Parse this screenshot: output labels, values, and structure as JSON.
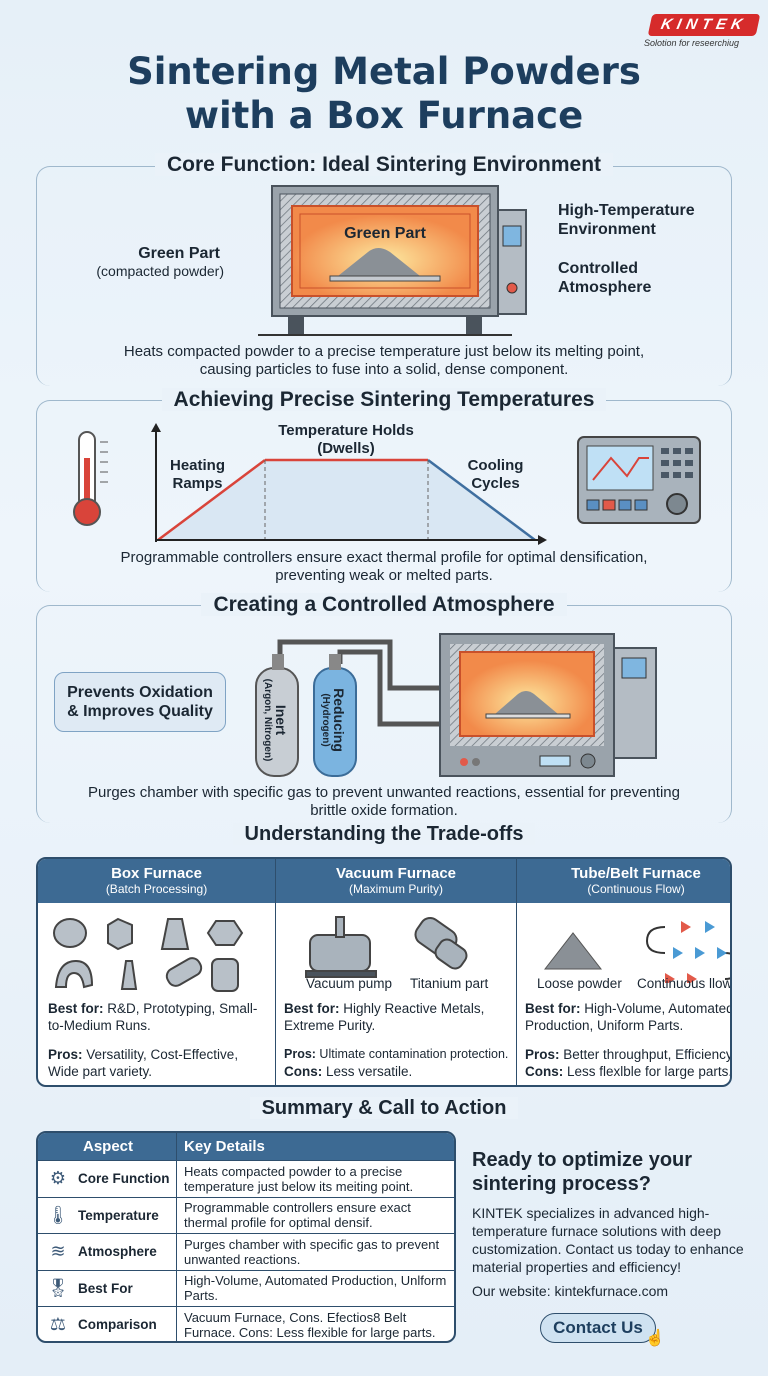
{
  "logo": {
    "brand": "KINTEK",
    "tagline": "Solotion for reseerchiug",
    "color": "#d62b2b"
  },
  "title": {
    "line1": "Sintering Metal Powders",
    "line2": "with a Box Furnace"
  },
  "core": {
    "heading": "Core Function: Ideal Sintering Environment",
    "inner_label": "Green Part",
    "left_label": "Green Part",
    "left_sub": "(compacted powder)",
    "right_top": "High-Temperature Environment",
    "right_bottom": "Controlled Atmosphere",
    "caption1": "Heats compacted powder to a precise temperature just below its melting point,",
    "caption2": "causing particles to fuse into a solid, dense component."
  },
  "temp": {
    "heading": "Achieving Precise Sintering Temperatures",
    "hold": "Temperature Holds",
    "hold2": "(Dwells)",
    "ramp": "Heating",
    "ramp2": "Ramps",
    "cool": "Cooling",
    "cool2": "Cycles",
    "caption1": "Programmable controllers ensure exact thermal profile for optimal densification,",
    "caption2": "preventing weak or melted parts."
  },
  "atmo": {
    "heading": "Creating a Controlled Atmosphere",
    "badge1": "Prevents Oxidation",
    "badge2": "& Improves Quality",
    "cyl1": "Inert",
    "cyl1_sub": "(Argon, Nitrogen)",
    "cyl2": "Reducing",
    "cyl2_sub": "(Hydrogen)",
    "caption1": "Purges chamber with specific gas to prevent unwanted reactions, essential for preventing",
    "caption2": "brittle oxide formation."
  },
  "tradeoffs": {
    "heading": "Understanding the Trade-offs",
    "columns": [
      {
        "title": "Box Furnace",
        "sub": "(Batch Processing)",
        "img1": "",
        "img2": "",
        "best_k": "Best for:",
        "best": " R&D, Prototyping, Small-to-Medium Runs.",
        "pros_k": "Pros:",
        "pros": " Versatility, Cost-Effective, Wide part variety.",
        "cons_k": "",
        "cons": ""
      },
      {
        "title": "Vacuum Furnace",
        "sub": "(Maximum Purity)",
        "img1": "Vacuum pump",
        "img2": "Titanium part",
        "best_k": "Best for:",
        "best": " Highly Reactive Metals, Extreme Purity.",
        "pros_k": "Pros:",
        "pros": " Ultimate contamination protection.",
        "cons_k": "Cons:",
        "cons": " Less versatile."
      },
      {
        "title": "Tube/Belt Furnace",
        "sub": "(Continuous Flow)",
        "img1": "Loose powder",
        "img2": "Continuous llow",
        "best_k": "Best for:",
        "best": " High-Volume, Automated Production, Uniform Parts.",
        "pros_k": "Pros:",
        "pros": " Better throughput, Efficiency.",
        "cons_k": "Cons:",
        "cons": " Less flexlble for large parts."
      }
    ]
  },
  "summary": {
    "heading": "Summary & Call to Action",
    "col1": "Aspect",
    "col2": "Key Details",
    "rows": [
      {
        "icon": "gear-icon",
        "aspect": "Core Function",
        "detail": "Heats compacted powder to a precise temperature just below its meiting point."
      },
      {
        "icon": "thermometer-icon",
        "aspect": "Temperature",
        "detail": "Programmable controllers ensure exact thermal profile for optimal densif."
      },
      {
        "icon": "wind-icon",
        "aspect": "Atmosphere",
        "detail": "Purges chamber with specific gas to prevent unwanted reactions."
      },
      {
        "icon": "ribbon-icon",
        "aspect": "Best For",
        "detail": "High-Volume, Automated Production, Unlform Parts."
      },
      {
        "icon": "scales-icon",
        "aspect": "Comparison",
        "detail": "Vacuum Furnace, Cons. Efectios8 Belt Furnace. Cons: Less flexible for large parts."
      }
    ],
    "cta_heading": "Ready to optimize your sintering process?",
    "cta_body": "KINTEK specializes in advanced high-temperature furnace solutions with deep customization. Contact us today to enhance material properties and efficiency!",
    "website": "Our website: kintekfurnace.com",
    "button": "Contact Us"
  }
}
